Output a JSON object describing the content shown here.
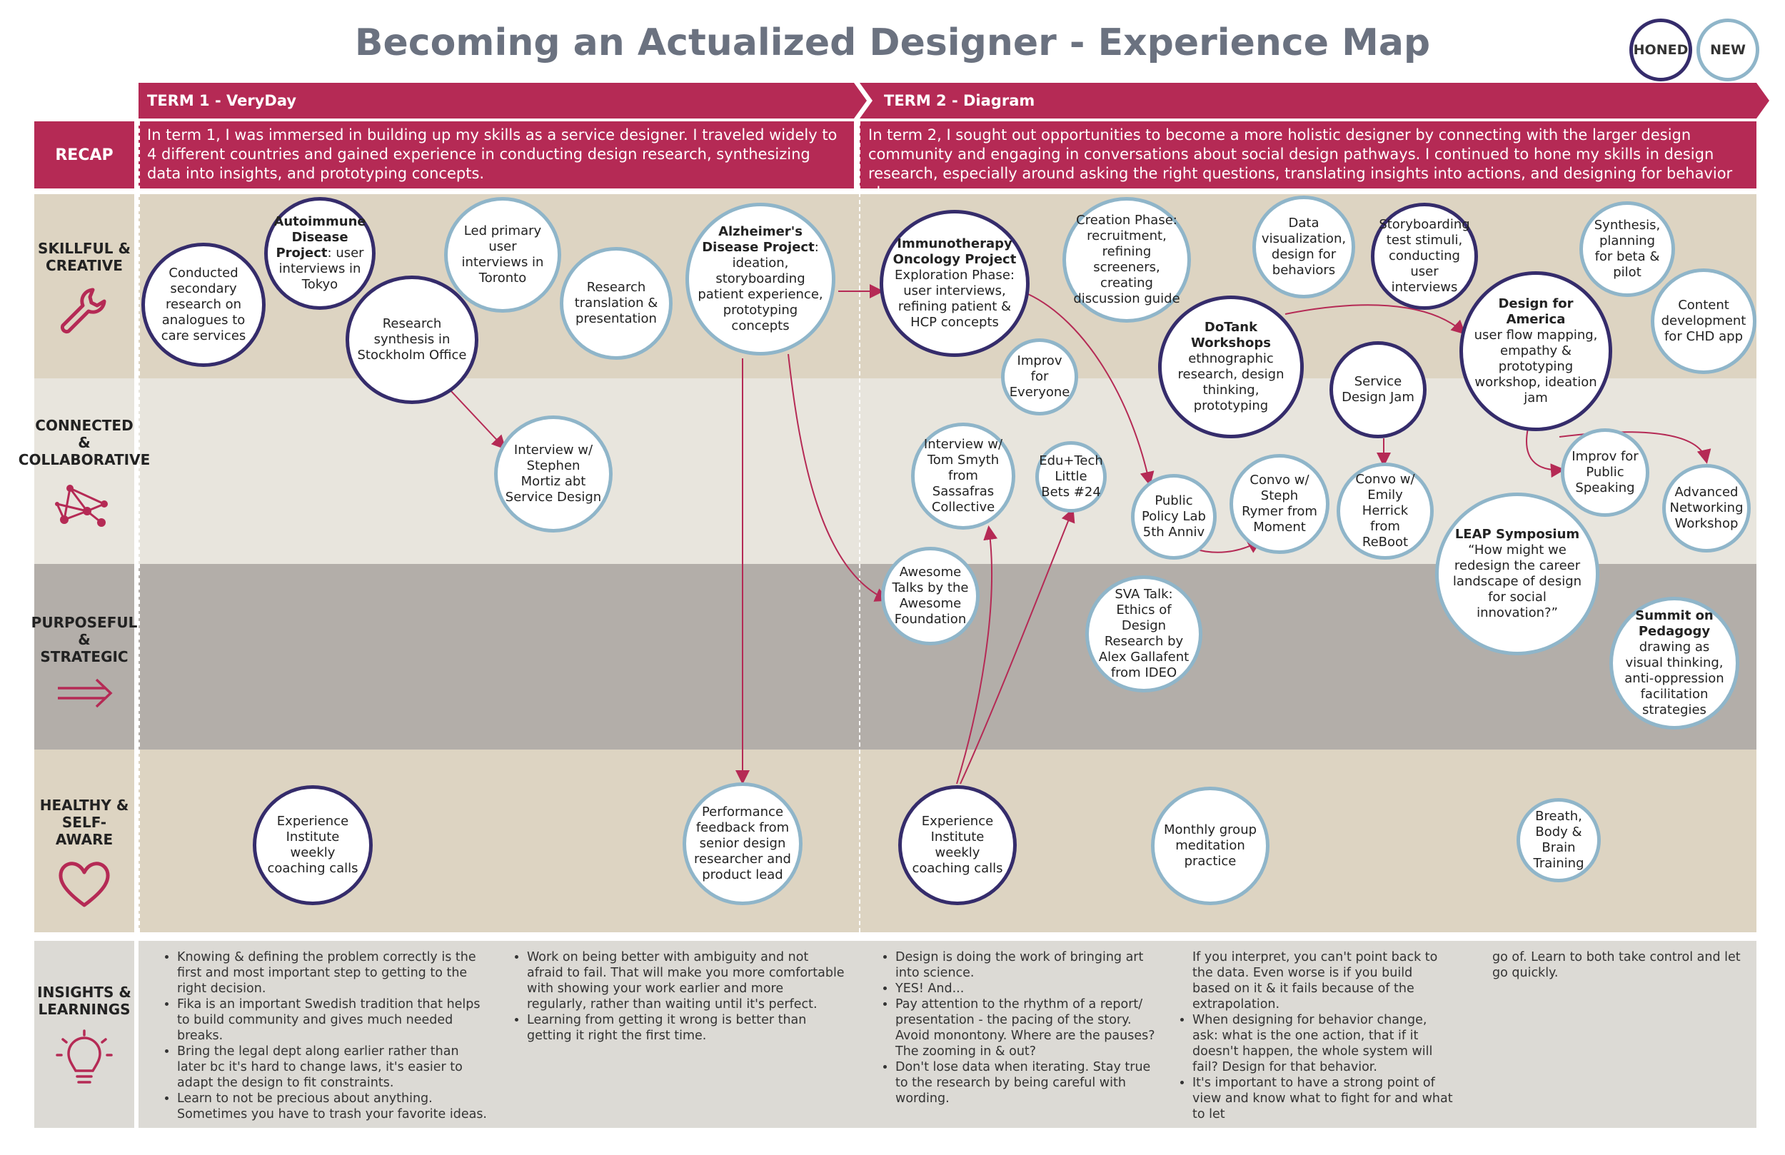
{
  "title": "Becoming an Actualized Designer - Experience Map",
  "legend": {
    "honed": "HONED",
    "new": "NEW"
  },
  "colors": {
    "accent": "#b52a55",
    "honed_border": "#352c6b",
    "new_border": "#8fb5c9"
  },
  "terms": {
    "term1": "TERM 1 - VeryDay",
    "term2": "TERM 2 - Diagram"
  },
  "recap": {
    "label": "RECAP",
    "term1": "In term 1, I was immersed in building up my skills as a service designer. I traveled widely to 4 different countries and gained experience in conducting design research, synthesizing data into insights, and prototyping concepts.",
    "term2": "In term 2, I sought out opportunities to become a more holistic designer by connecting with the larger design community and engaging in conversations about social design pathways. I continued to hone my skills in design research, especially around asking the right questions, translating insights into actions, and designing for behavior change."
  },
  "rows": {
    "skillful": {
      "line1": "SKILLFUL &",
      "line2": "CREATIVE",
      "icon": "wrench-icon"
    },
    "connected": {
      "line1": "CONNECTED",
      "line2": "&",
      "line3": "COLLABORATIVE",
      "icon": "network-icon"
    },
    "purposeful": {
      "line1": "PURPOSEFUL",
      "line2": "&",
      "line3": "STRATEGIC",
      "icon": "double-arrow-icon"
    },
    "healthy": {
      "line1": "HEALTHY &",
      "line2": "SELF-AWARE",
      "icon": "heart-icon"
    },
    "insights": {
      "line1": "INSIGHTS &",
      "line2": "LEARNINGS",
      "icon": "lightbulb-icon"
    }
  },
  "bubbles": {
    "conducted": "Conducted secondary research on analogues to care services",
    "autoimmune_title": "Autoimmune Disease Project",
    "autoimmune_body": ": user interviews in Tokyo",
    "led_primary": "Led primary user interviews in Toronto",
    "research_synth": "Research synthesis in Stockholm Office",
    "research_trans": "Research translation & presentation",
    "alzheimers_title": "Alzheimer's Disease Project",
    "alzheimers_body": ": ideation, storyboarding patient experience, prototyping concepts",
    "interview_mortiz": "Interview w/ Stephen Mortiz abt Service Design",
    "exp_inst_1": "Experience Institute weekly coaching calls",
    "performance": "Performance feedback from senior design researcher and product lead",
    "immuno_title": "Immunotherapy Oncology Project",
    "immuno_body": "Exploration Phase: user interviews, refining patient & HCP concepts",
    "creation": "Creation Phase: recruitment, refining screeners, creating discussion guide",
    "dataviz": "Data visualization, design for behaviors",
    "storyboarding": "Storyboarding test stimuli, conducting user interviews",
    "synthesis": "Synthesis, planning for beta & pilot",
    "content_dev": "Content development for CHD app",
    "dotank_title": "DoTank Workshops",
    "dotank_body": "ethnographic research, design thinking, prototyping",
    "improv_everyone": "Improv for Everyone",
    "dfa_title": "Design for America",
    "dfa_body": "user flow mapping, empathy & prototyping workshop, ideation jam",
    "service_jam": "Service Design Jam",
    "interview_tom": "Interview w/ Tom Smyth from Sassafras Collective",
    "edutech": "Edu+Tech Little Bets #24",
    "public_policy": "Public Policy Lab 5th Anniv",
    "convo_steph": "Convo w/ Steph Rymer from Moment",
    "convo_emily": "Convo w/ Emily Herrick from ReBoot",
    "improv_public": "Improv for Public Speaking",
    "adv_networking": "Advanced Networking Workshop",
    "leap_title": "LEAP Symposium",
    "leap_body": "“How might we redesign the career landscape of design for social innovation?”",
    "awesome": "Awesome Talks by the Awesome Foundation",
    "sva": "SVA Talk: Ethics of Design Research by Alex Gallafent from IDEO",
    "summit_title": "Summit on Pedagogy",
    "summit_body": "drawing as visual thinking, anti-oppression facilitation strategies",
    "exp_inst_2": "Experience Institute weekly coaching calls",
    "meditation": "Monthly group meditation practice",
    "breath": "Breath, Body & Brain Training"
  },
  "insights": {
    "col1": [
      "Knowing & defining the problem correctly is the first and most important step to getting to the right decision.",
      "Fika is an important Swedish tradition that helps to build community and gives much needed breaks.",
      "Bring the legal dept along earlier rather than later bc it's hard to change laws, it's easier to adapt the design to fit constraints.",
      "Learn to not be precious about anything. Sometimes you have to trash your favorite ideas."
    ],
    "col2": [
      "Work on being better with ambiguity and not afraid to fail. That will make you more comfortable with showing your work earlier and more regularly, rather than waiting until it's perfect.",
      "Learning from getting it wrong is better than getting it right the first time."
    ],
    "col3": [
      "Design is doing the work of bringing art into science.",
      "YES! And...",
      "Pay attention to the rhythm of a report/ presentation - the pacing of the story. Avoid monontony. Where are the pauses? The zooming in & out?",
      "Don't lose data when iterating. Stay true to the research by being careful with wording."
    ],
    "col4_intro": "If you interpret, you can't point back to the data. Even worse is if you build based on it & it fails because of the extrapolation.",
    "col4": [
      "When designing for behavior change, ask: what is the one action, that if it doesn't happen, the whole system will fail? Design for that behavior.",
      "It's important to have a strong point of view and know what to fight for and what to let"
    ],
    "col5": "go of. Learn to both take control and let go quickly."
  }
}
